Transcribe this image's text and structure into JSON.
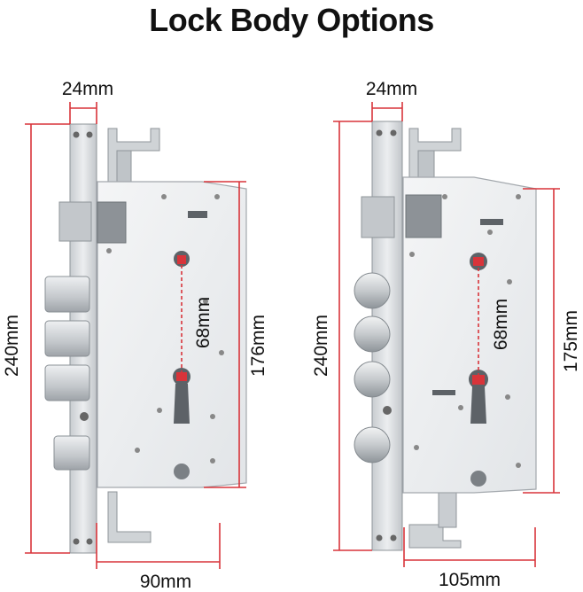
{
  "title": "Lock Body Options",
  "left_lock": {
    "faceplate_width": "24mm",
    "height": "240mm",
    "body_height": "176mm",
    "spacing": "68mm",
    "body_width": "90mm",
    "bolt_style": "square"
  },
  "right_lock": {
    "faceplate_width": "24mm",
    "height": "240mm",
    "body_height": "175mm",
    "spacing": "68mm",
    "body_width": "105mm",
    "bolt_style": "round"
  },
  "colors": {
    "dimension_line": "#d8343a",
    "steel": "#d9dcdf",
    "steel_dark": "#9fa4a9",
    "marker": "#c9141b"
  }
}
